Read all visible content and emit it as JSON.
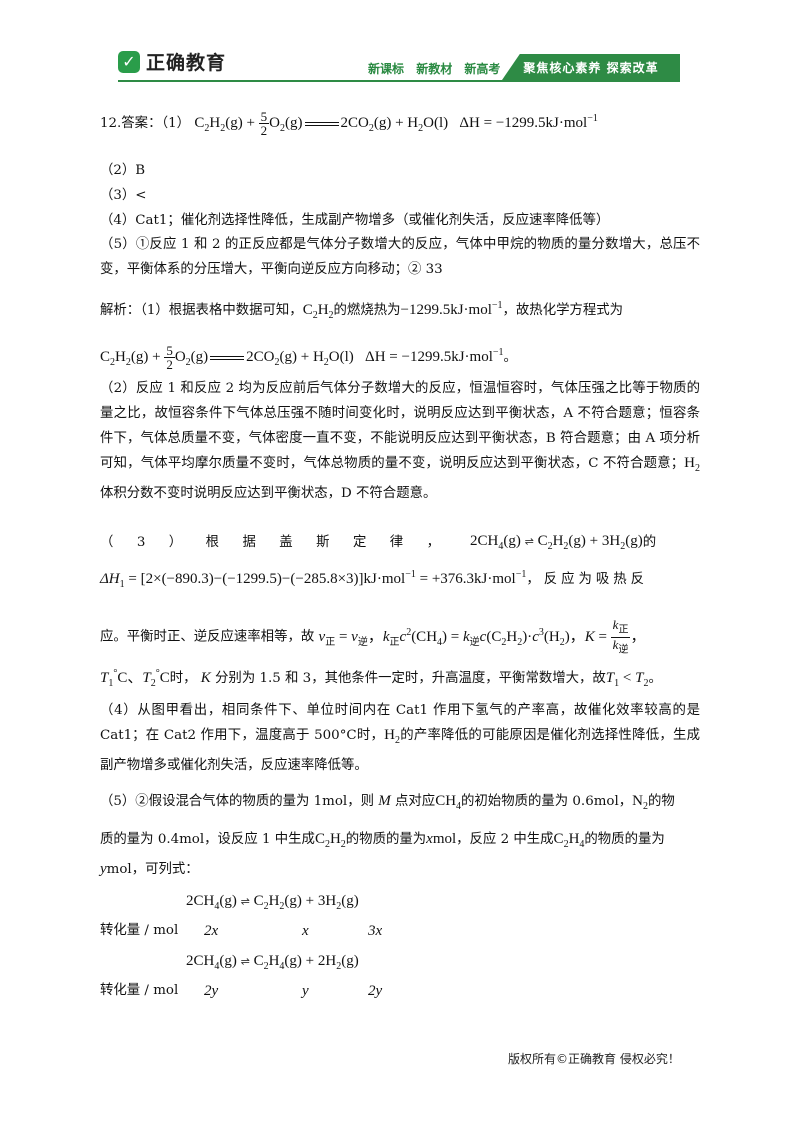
{
  "header": {
    "brand": "正确教育",
    "tags": [
      "新课标",
      "新教材",
      "新高考"
    ],
    "banner": "聚焦核心素养  探索改革"
  },
  "answer": {
    "label": "12.答案：（1）",
    "eq1_tail": "ΔH = −1299.5kJ·mol",
    "p2": "（2）B",
    "p3": "（3）<",
    "p4": "（4）Cat1；催化剂选择性降低，生成副产物增多（或催化剂失活，反应速率降低等）",
    "p5": "（5）①反应 1 和 2 的正反应都是气体分子数增大的反应，气体中甲烷的物质的量分数增大，总压不变，平衡体系的分压增大，平衡向逆反应方向移动；② 33"
  },
  "analysis": {
    "a1_pre": "解析：（1）根据表格中数据可知，",
    "a1_mid": "的燃烧热为",
    "a1_val": "−1299.5kJ·mol",
    "a1_post": "，故热化学方程式为",
    "a1_eq_tail": "ΔH = −1299.5kJ·mol",
    "a1_end": "。",
    "a2": "（2）反应 1 和反应 2 均为反应前后气体分子数增大的反应，恒温恒容时，气体压强之比等于物质的量之比，故恒容条件下气体总压强不随时间变化时，说明反应达到平衡状态，A 不符合题意；恒容条件下，气体总质量不变，气体密度一直不变，不能说明反应达到平衡状态，B 符合题意；由 A 项分析可知，气体平均摩尔质量不变时，气体总物质的量不变，说明反应达到平衡状态，C 不符合题意；",
    "a2_end": "体积分数不变时说明反应达到平衡状态，D 不符合题意。",
    "a3_head": [
      "（",
      "3",
      "）",
      "根",
      "据",
      "盖",
      "斯",
      "定",
      "律",
      "，"
    ],
    "a3_de": "的",
    "a3_dh": "ΔH",
    "a3_expr": "[2×(−890.3)−(−1299.5)−(−285.8×3)]kJ·mol",
    "a3_res": "= +376.3kJ·mol",
    "a3_tail": "，反应为吸热反",
    "a3_l2_pre": "应。平衡时正、逆反应速率相等，故",
    "a3_l3_mid": "时，",
    "a3_l3_k": "分别为 1.5 和 3，其他条件一定时，升高温度，平衡常数增大，故",
    "a3_l3_end": "。",
    "a4": "（4）从图甲看出，相同条件下、单位时间内在 Cat1 作用下氢气的产率高，故催化效率较高的是 Cat1；在 Cat2 作用下，温度高于 500°C时，",
    "a4_end": "的产率降低的可能原因是催化剂选择性降低，生成副产物增多或催化剂失活，反应速率降低等。",
    "a5_l1_pre": "（5）②假设混合气体的物质的量为 1mol，则",
    "a5_l1_m": "点对应",
    "a5_l1_b": "的初始物质的量为 0.6mol，",
    "a5_l1_c": "的物",
    "a5_l2_pre": "质的量为 0.4mol，设反应 1 中生成",
    "a5_l2_mid": "的物质的量为",
    "a5_l2_b": "，反应 2 中生成",
    "a5_l2_c": "的物质的量为",
    "a5_l3": "mol，可列式：",
    "row_label": "转化量 / mol",
    "r1": [
      "2x",
      "x",
      "3x"
    ],
    "r2": [
      "2y",
      "y",
      "2y"
    ]
  },
  "footer": "版权所有©正确教育  侵权必究！"
}
